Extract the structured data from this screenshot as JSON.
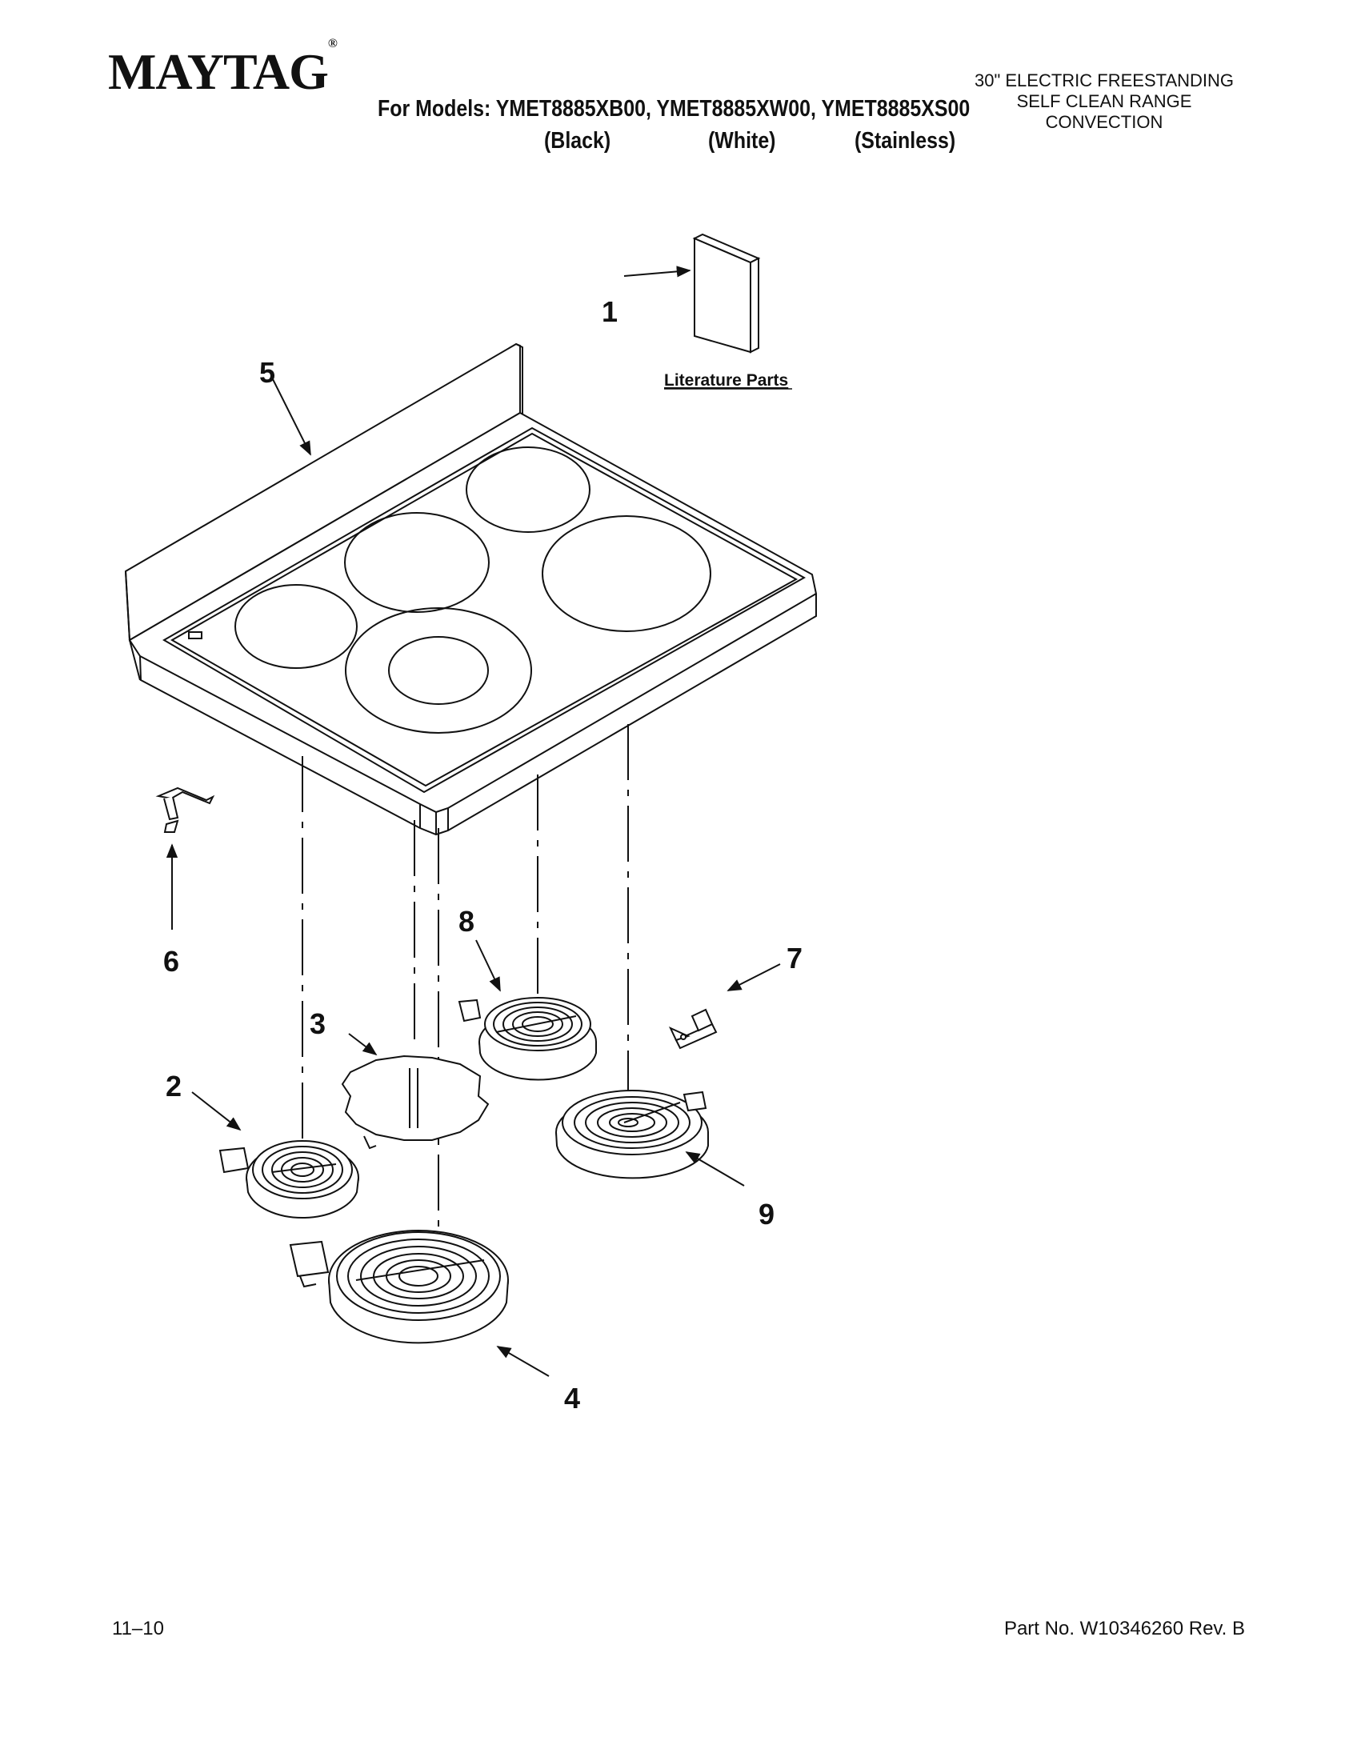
{
  "header": {
    "brand": "MAYTAG",
    "trademark": "®",
    "models_line": "For Models: YMET8885XB00, YMET8885XW00, YMET8885XS00",
    "color_black": "(Black)",
    "color_white": "(White)",
    "color_stainless": "(Stainless)",
    "description": [
      "30\" ELECTRIC FREESTANDING",
      "SELF CLEAN RANGE",
      "CONVECTION"
    ]
  },
  "diagram": {
    "literature_label": "Literature Parts",
    "callouts": [
      "1",
      "2",
      "3",
      "4",
      "5",
      "6",
      "7",
      "8",
      "9"
    ]
  },
  "footer": {
    "date_code": "11–10",
    "part_number": "Part No. W10346260 Rev. B"
  }
}
